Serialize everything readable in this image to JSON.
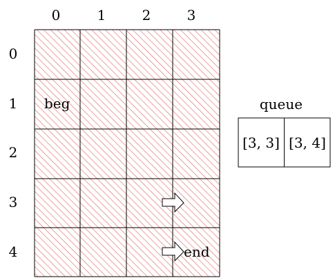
{
  "grid": {
    "column_labels": [
      "0",
      "1",
      "2",
      "3"
    ],
    "row_labels": [
      "0",
      "1",
      "2",
      "3",
      "4"
    ],
    "hatch_color": "#e06060",
    "line_color": "#000000"
  },
  "cell_text": {
    "begin": {
      "text": "beg",
      "row": 1,
      "col": 0
    },
    "end": {
      "text": "end",
      "row": 4,
      "col": 3
    }
  },
  "arrows": [
    {
      "row": 3,
      "col": 3,
      "direction": "right",
      "icon": "right-arrow-icon"
    },
    {
      "row": 4,
      "col": 3,
      "direction": "right",
      "icon": "right-arrow-icon"
    }
  ],
  "queue": {
    "title": "queue",
    "items": [
      "[3, 3]",
      "[3, 4]"
    ]
  }
}
